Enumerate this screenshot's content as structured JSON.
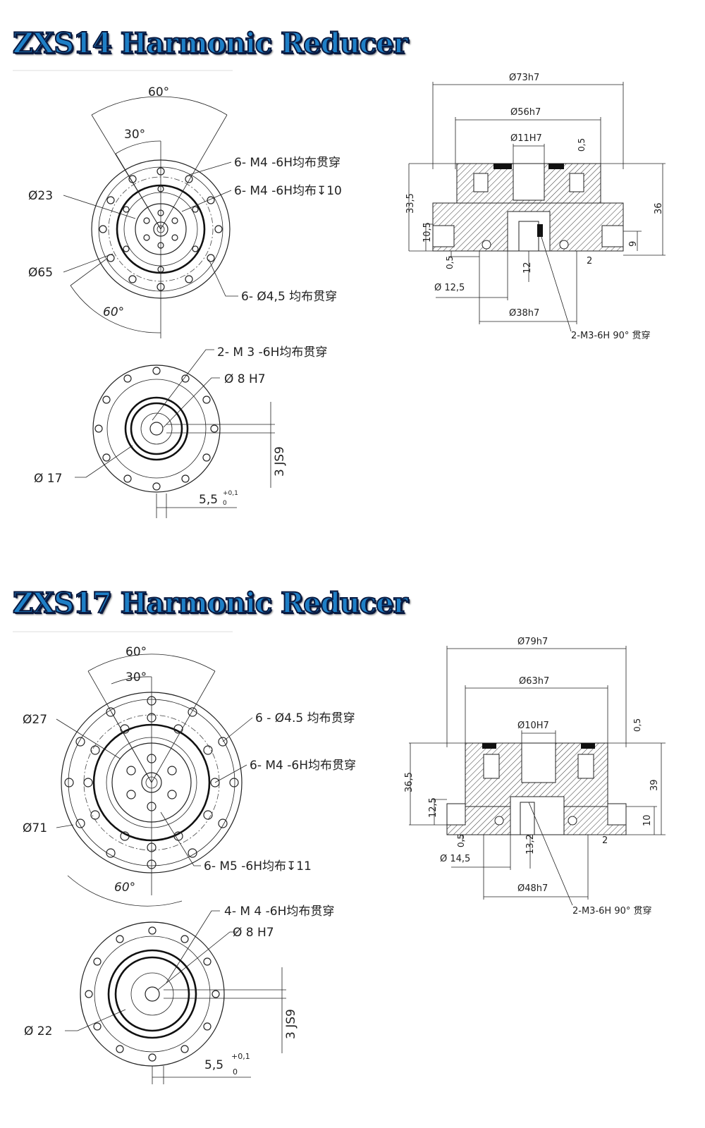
{
  "units": [
    {
      "title": "ZXS14 Harmonic Reducer",
      "front": {
        "angle_outer": "60°",
        "angle_inner": "30°",
        "angle_bottom": "60°",
        "d_inner": "Ø23",
        "d_outer": "Ø65",
        "call1": "6- M4 -6H均布贯穿",
        "call2": "6- M4 -6H均布↧10",
        "call3": "6- Ø4,5 均布贯穿"
      },
      "section": {
        "d_top1": "Ø73h7",
        "d_top2": "Ø56h7",
        "d_top3": "Ø11H7",
        "v_05": "0,5",
        "v_total": "33,5",
        "v_h1": "10,5",
        "v_h2": "0,5",
        "v_bore": "12",
        "v_right1": "36",
        "v_right2": "9",
        "v_right3": "2",
        "d_bot1": "Ø 12,5",
        "d_bot2": "Ø38h7",
        "thread_note": "2-M3-6H 90° 贯穿"
      },
      "back": {
        "call1": "2- M 3 -6H均布贯穿",
        "call2": "Ø 8 H7",
        "d_small": "Ø 17",
        "key": "3 JS9",
        "width": "5,5",
        "tol_up": "+0,1",
        "tol_low": "0"
      }
    },
    {
      "title": "ZXS17 Harmonic Reducer",
      "front": {
        "angle_outer": "60°",
        "angle_inner": "30°",
        "angle_bottom": "60°",
        "d_inner": "Ø27",
        "d_outer": "Ø71",
        "call1": "6 - Ø4.5 均布贯穿",
        "call2": "6- M4 -6H均布贯穿",
        "call3": "6- M5 -6H均布↧11"
      },
      "section": {
        "d_top1": "Ø79h7",
        "d_top2": "Ø63h7",
        "d_top3": "Ø10H7",
        "v_05": "0,5",
        "v_total": "36,5",
        "v_h1": "12,5",
        "v_h2": "0,5",
        "v_bore": "13,2",
        "v_right1": "39",
        "v_right2": "10",
        "v_right3": "2",
        "d_bot1": "Ø 14,5",
        "d_bot2": "Ø48h7",
        "thread_note": "2-M3-6H 90° 贯穿"
      },
      "back": {
        "call1": "4- M 4 -6H均布贯穿",
        "call2": "Ø 8 H7",
        "d_small": "Ø 22",
        "key": "3 JS9",
        "width": "5,5",
        "tol_up": "+0,1",
        "tol_low": "0"
      }
    }
  ]
}
